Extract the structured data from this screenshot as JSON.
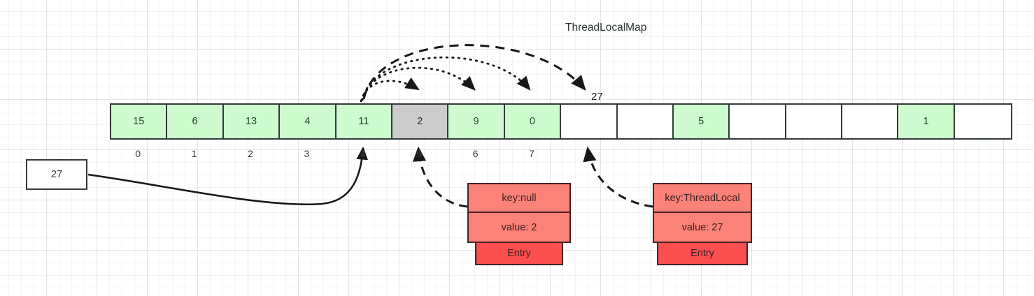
{
  "title": "ThreadLocalMap",
  "colors": {
    "occupied": "#cdfbcd",
    "stale": "#cccccc",
    "empty": "#ffffff",
    "border": "#333a3d",
    "entry_fill": "#fa8278",
    "entry_foot": "#fb4f4f",
    "entry_border": "#4a2122"
  },
  "array": {
    "cells": [
      {
        "value": "15",
        "state": "green"
      },
      {
        "value": "6",
        "state": "green"
      },
      {
        "value": "13",
        "state": "green"
      },
      {
        "value": "4",
        "state": "green"
      },
      {
        "value": "11",
        "state": "green"
      },
      {
        "value": "2",
        "state": "gray"
      },
      {
        "value": "9",
        "state": "green"
      },
      {
        "value": "0",
        "state": "green"
      },
      {
        "value": "",
        "state": "empty"
      },
      {
        "value": "",
        "state": "empty"
      },
      {
        "value": "5",
        "state": "green"
      },
      {
        "value": "",
        "state": "empty"
      },
      {
        "value": "",
        "state": "empty"
      },
      {
        "value": "",
        "state": "empty"
      },
      {
        "value": "1",
        "state": "green"
      },
      {
        "value": "",
        "state": "empty"
      }
    ],
    "indices": [
      "0",
      "1",
      "2",
      "3",
      "4",
      "5",
      "6",
      "7"
    ]
  },
  "source_box": {
    "value": "27"
  },
  "probe_label": {
    "value": "27"
  },
  "entries": [
    {
      "key": "key:null",
      "value": "value: 2",
      "footer": "Entry"
    },
    {
      "key": "key:ThreadLocal",
      "value": "value: 27",
      "footer": "Entry"
    }
  ]
}
